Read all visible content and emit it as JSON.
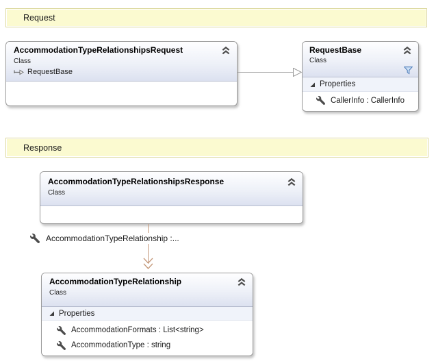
{
  "banners": {
    "request": "Request",
    "response": "Response"
  },
  "boxes": {
    "request": {
      "title": "AccommodationTypeRelationshipsRequest",
      "kind": "Class",
      "base_type": "RequestBase"
    },
    "request_base": {
      "title": "RequestBase",
      "kind": "Class",
      "properties_label": "Properties",
      "properties": [
        "CallerInfo : CallerInfo"
      ]
    },
    "response": {
      "title": "AccommodationTypeRelationshipsResponse",
      "kind": "Class"
    },
    "relationship": {
      "title": "AccommodationTypeRelationship",
      "kind": "Class",
      "properties_label": "Properties",
      "properties": [
        "AccommodationFormats : List<string>",
        "AccommodationType : string"
      ]
    }
  },
  "association_label": "AccommodationTypeRelationship :...",
  "colors": {
    "banner_fill": "#FBFAD0",
    "banner_border": "#DBD79B",
    "box_border": "#9A9A9A",
    "header_gradient_bottom": "#DCE1F0",
    "filter_icon_blue": "#4A7AB8",
    "association_arrow_tan": "#C49879",
    "inheritance_arrow_gray": "#A3A3A3"
  }
}
